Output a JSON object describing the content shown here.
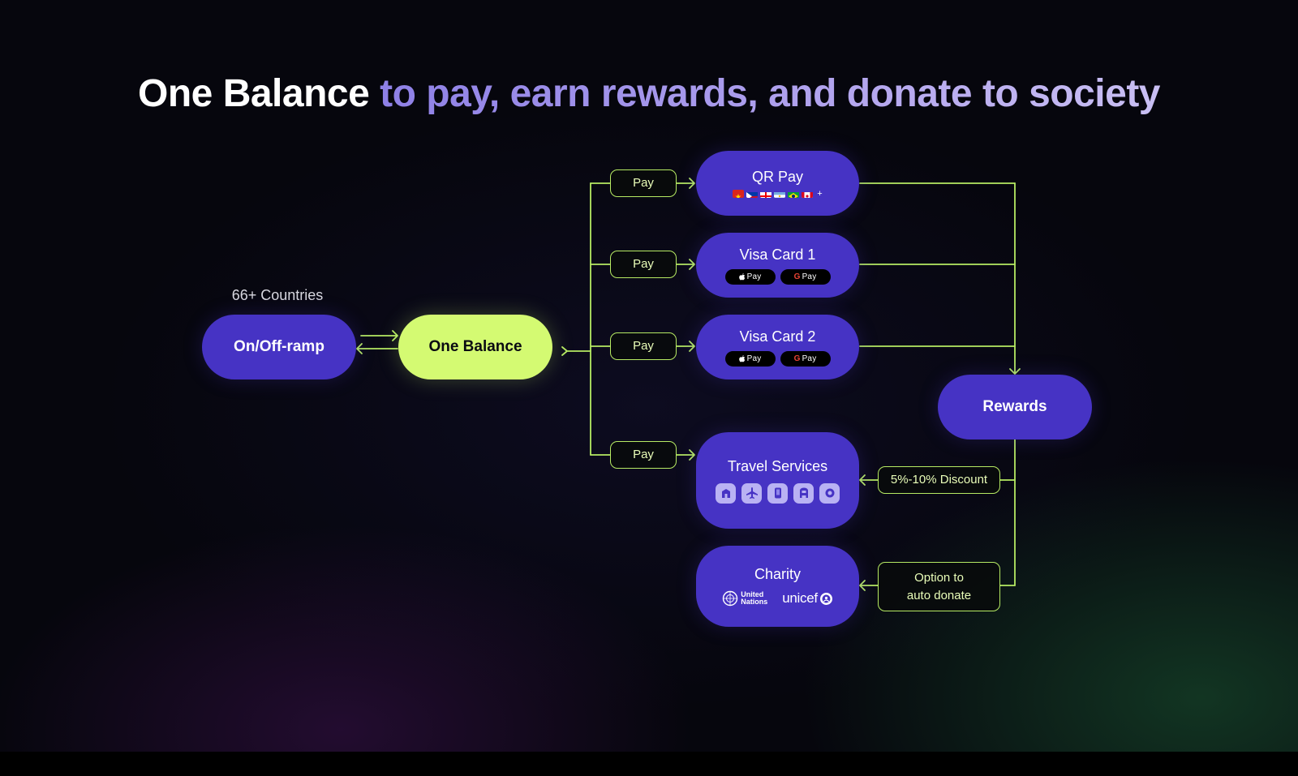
{
  "title": {
    "main": "One Balance",
    "rest": " to pay, earn rewards, and donate to society"
  },
  "nodes": {
    "countries_label": "66+ Countries",
    "onramp": "On/Off-ramp",
    "one_balance": "One Balance",
    "qr_pay": "QR Pay",
    "visa_card_1": "Visa Card 1",
    "visa_card_2": "Visa Card 2",
    "travel_services": "Travel Services",
    "charity": "Charity",
    "rewards": "Rewards"
  },
  "pills": {
    "pay": "Pay",
    "discount": "5%-10% Discount",
    "auto_donate_line1": "Option to",
    "auto_donate_line2": "auto donate"
  },
  "wallets": {
    "apple_pay": "Pay",
    "google_pay": "Pay"
  },
  "flag_overflow": "+",
  "icons": {
    "qr_pay_flags": [
      "vietnam-flag-icon",
      "philippines-flag-icon",
      "georgia-flag-icon",
      "argentina-flag-icon",
      "brazil-flag-icon",
      "canada-flag-icon"
    ],
    "travel": [
      "hotel-icon",
      "airplane-icon",
      "phone-icon",
      "car-icon",
      "dining-icon"
    ]
  },
  "charity_logos": {
    "un_line1": "United",
    "un_line2": "Nations",
    "unicef": "unicef"
  },
  "colors": {
    "node_purple": "#4633c4",
    "node_lime": "#d4fa72",
    "connector_green": "#b6ea63",
    "title_gradient_start": "#8d7fe6"
  }
}
